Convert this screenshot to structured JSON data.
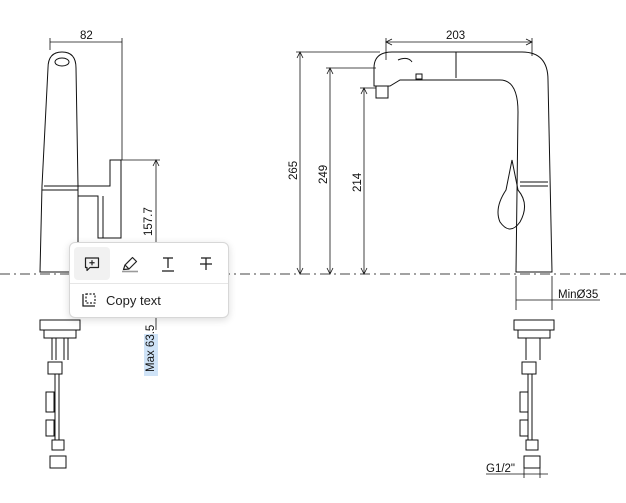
{
  "drawing": {
    "dim_width_side": "82",
    "dim_width_front": "203",
    "dim_height_265": "265",
    "dim_height_249": "249",
    "dim_height_214": "214",
    "dim_height_157": "157.7",
    "dim_max_deck": "Max 63.5",
    "dim_min_hole": "MinØ35",
    "dim_thread": "G1/2\""
  },
  "popup": {
    "copy_label": "Copy text",
    "tools": [
      {
        "icon": "comment-plus-icon"
      },
      {
        "icon": "highlighter-icon"
      },
      {
        "icon": "text-underline-icon"
      },
      {
        "icon": "strikethrough-icon"
      }
    ]
  },
  "colors": {
    "line": "#111111",
    "popup_border": "#d7d7d7",
    "selection": "#cfe3f7"
  }
}
